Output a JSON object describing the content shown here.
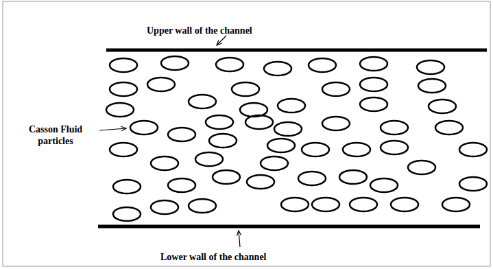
{
  "diagram": {
    "labels": [
      "Upper wall of the channel",
      "Casson Fluid particles",
      "Lower wall of the channel"
    ]
  }
}
